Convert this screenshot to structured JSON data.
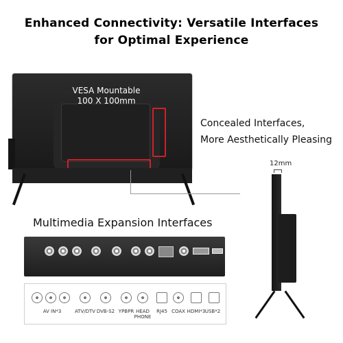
{
  "headline": {
    "line1": "Enhanced Connectivity: Versatile Interfaces",
    "line2": "for Optimal Experience"
  },
  "tv_back": {
    "vesa_line1": "VESA Mountable",
    "vesa_line2": "100 X 100mm"
  },
  "concealed": {
    "line1": "Concealed Interfaces,",
    "line2": "More Aesthetically Pleasing"
  },
  "side_view": {
    "thickness_label": "12mm"
  },
  "multimedia": {
    "title": "Multimedia Expansion Interfaces"
  },
  "legend": {
    "av_in": "AV IN*3",
    "atv_dtv": "ATV/DTV",
    "dvb_s2": "DVB-S2",
    "ypbpr": "YPBPR",
    "headphone": "HEAD PHONE",
    "rj45": "RJ45",
    "coax": "COAX",
    "hdmi": "HDMI*3",
    "usb": "USB*2"
  },
  "colors": {
    "highlight": "#d0202a",
    "background": "#ffffff"
  }
}
